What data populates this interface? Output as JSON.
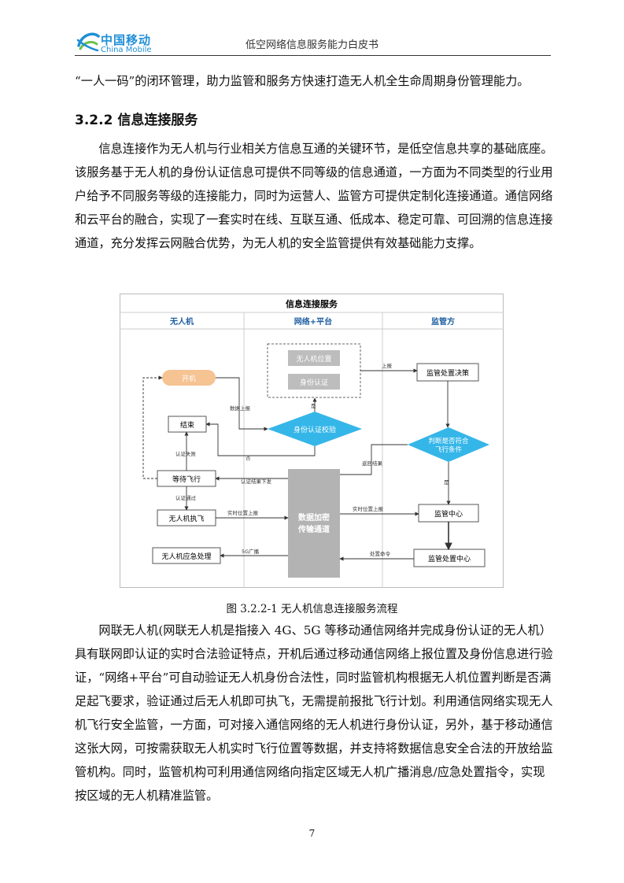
{
  "header": {
    "logo_cn": "中国移动",
    "logo_en": "China Mobile",
    "title": "低空网络信息服务能力白皮书"
  },
  "paragraphs": {
    "p0": "“一人一码”的闭环管理，助力监管和服务方快速打造无人机全生命周期身份管理能力。",
    "p1": "信息连接作为无人机与行业相关方信息互通的关键环节，是低空信息共享的基础底座。该服务基于无人机的身份认证信息可提供不同等级的信息通道，一方面为不同类型的行业用户给予不同服务等级的连接能力，同时为运营人、监管方可提供定制化连接通道。通信网络和云平台的融合，实现了一套实时在线、互联互通、低成本、稳定可靠、可回溯的信息连接通道，充分发挥云网融合优势，为无人机的安全监管提供有效基础能力支撑。",
    "p2": "网联无人机(网联无人机是指接入 4G、5G 等移动通信网络并完成身份认证的无人机）具有联网即认证的实时合法验证特点，开机后通过移动通信网络上报位置及身份信息进行验证，“网络+平台”可自动验证无人机身份合法性，同时监管机构根据无人机位置判断是否满足起飞要求，验证通过后无人机即可执飞，无需提前报批飞行计划。利用通信网络实现无人机飞行安全监管，一方面，可对接入通信网络的无人机进行身份认证，另外，基于移动通信这张大网，可按需获取无人机实时飞行位置等数据，并支持将数据信息安全合法的开放给监管机构。同时，监管机构可利用通信网络向指定区域无人机广播消息/应急处置指令，实现按区域的无人机精准监管。"
  },
  "section_heading": "3.2.2 信息连接服务",
  "figure": {
    "title": "信息连接服务",
    "columns": [
      "无人机",
      "网络+平台",
      "监管方"
    ],
    "nodes": {
      "power_on": "开机",
      "end": "结束",
      "wait": "等待飞行",
      "execute": "无人机执飞",
      "emergency": "无人机应急处理",
      "uav_position": "无人机位置",
      "identity_auth": "身份认证",
      "identity_check": "身份认证校验",
      "data_channel_1": "数据加密",
      "data_channel_2": "传输通道",
      "decision": "监管处置决策",
      "judge_1": "判断是否符合",
      "judge_2": "飞行条件",
      "center": "监管中心",
      "disposal_center": "监管处置中心"
    },
    "edge_labels": {
      "data_report": "数据上报",
      "yes_1": "是",
      "no_1": "否",
      "report": "上报",
      "auth_fail": "认证失败",
      "auth_pass": "认证通过",
      "auth_result": "认证结果下发",
      "return_result": "返回结果",
      "yes_2": "是",
      "realtime_1": "实时位置上报",
      "realtime_2": "实时位置上报",
      "broadcast": "5G广播",
      "command": "处置命令"
    }
  },
  "caption": "图 3.2.2-1 无人机信息连接服务流程",
  "page_number": "7",
  "colors": {
    "brand_blue": "#1f8fd6",
    "power_on_fill": "#f6c393",
    "diamond_fill": "#35b6e8",
    "grey_box": "#bdbdbd",
    "channel_fill": "#b3b3b3"
  }
}
